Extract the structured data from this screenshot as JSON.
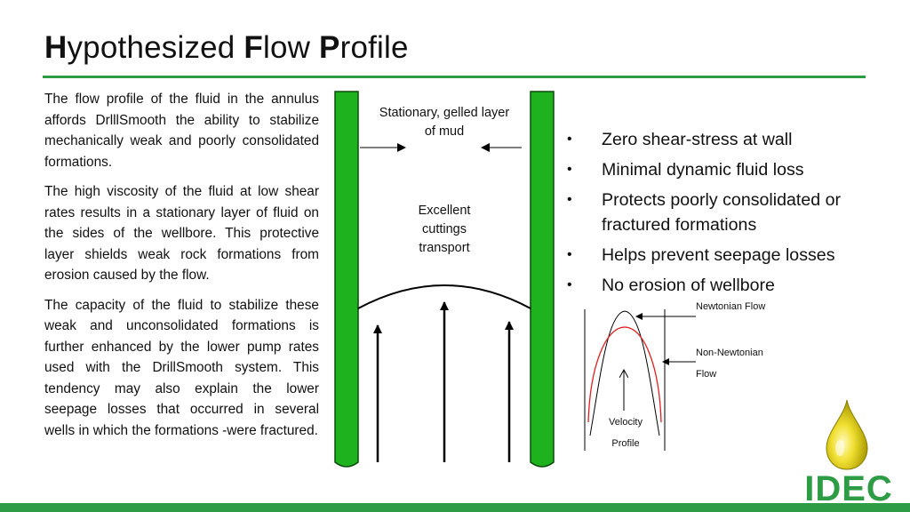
{
  "title": {
    "letter1": "H",
    "part1": "ypothesized ",
    "letter2": "F",
    "part2": "low ",
    "letter3": "P",
    "part3": "rofile"
  },
  "paragraphs": [
    "The flow profile of the fluid in the annulus affords DrlllSmooth the ability to stabilize mechanically weak and poorly consolidated formations.",
    "The high viscosity of the fluid at low shear rates results in a stationary layer of fluid on the sides of the wellbore. This protective layer shields weak rock formations from erosion caused by the flow.",
    "The capacity of the fluid to stabilize these weak and unconsolidated formations is further enhanced by the lower pump rates used with the DrillSmooth system. This tendency may also explain the lower seepage losses that occurred in several wells in which the formations -were fractured."
  ],
  "diagram": {
    "gel_label_line1": "Stationary, gelled layer",
    "gel_label_line2": "of mud",
    "cuttings_line1": "Excellent",
    "cuttings_line2": "cuttings",
    "cuttings_line3": "transport",
    "wall_color": "#1fb21f"
  },
  "bullets": [
    {
      "dot": "•",
      "text": "Zero shear-stress at wall"
    },
    {
      "dot": "•",
      "text": "Minimal dynamic fluid loss"
    },
    {
      "dot": "•",
      "text": "Protects poorly consolidated or fractured formations"
    },
    {
      "dot": "•",
      "text": "Helps prevent seepage losses"
    },
    {
      "dot": "•",
      "text": "No erosion of wellbore"
    }
  ],
  "profile": {
    "newtonian_label": "Newtonian Flow",
    "non_newtonian_line1": "Non-Newtonian",
    "non_newtonian_line2": "Flow",
    "velocity_line1": "Velocity",
    "velocity_line2": "Profile",
    "newtonian_color": "#000000",
    "non_newtonian_color": "#e02020"
  },
  "logo": {
    "text": "IDEC",
    "drop_color": "#d4c20a",
    "text_color": "#2e9b45"
  },
  "colors": {
    "accent": "#2e9b45"
  }
}
